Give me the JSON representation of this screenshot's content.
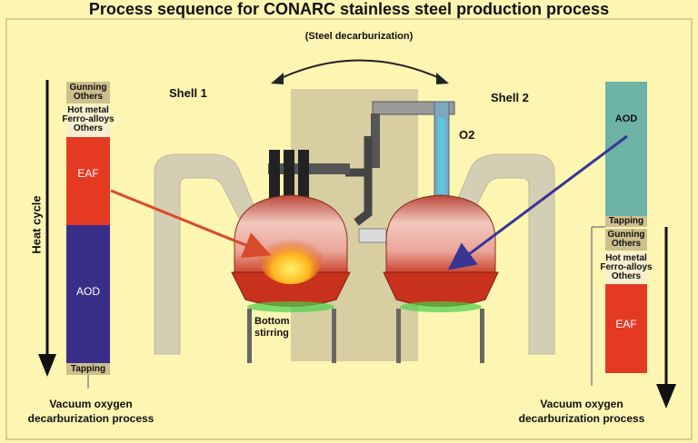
{
  "title": "Process sequence for CONARC stainless steel production process",
  "center_top_label": "(Steel decarburization)",
  "shell1": {
    "label": "Shell 1",
    "bottom_label_line1": "Bottom",
    "bottom_label_line2": "stirring"
  },
  "shell2": {
    "label": "Shell 2",
    "lance_label": "O2"
  },
  "left_column": {
    "axis_label": "Heat cycle",
    "top_box": [
      "Gunning",
      "Others"
    ],
    "mid_box": [
      "Hot metal",
      "Ferro-alloys",
      "Others"
    ],
    "eaf": "EAF",
    "aod": "AOD",
    "bottom": "Tapping",
    "caption_line1": "Vacuum oxygen",
    "caption_line2": "decarburization process"
  },
  "right_column": {
    "aod": "AOD",
    "tapping": "Tapping",
    "gunning_box": [
      "Gunning",
      "Others"
    ],
    "mid_box": [
      "Hot metal",
      "Ferro-alloys",
      "Others"
    ],
    "eaf": "EAF",
    "caption_line1": "Vacuum oxygen",
    "caption_line2": "decarburization process"
  },
  "colors": {
    "background": "#fdf5b2",
    "eaf_red": "#e43a24",
    "aod_blue": "#3a2f88",
    "aod_teal": "#6db3a6",
    "label_tan": "#cdbf8e",
    "arrow_red": "#d74a2a",
    "arrow_blue": "#3a3494"
  }
}
